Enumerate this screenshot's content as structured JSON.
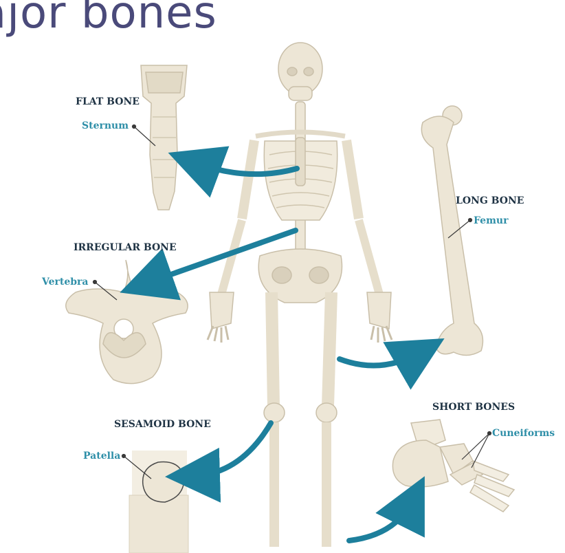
{
  "title": "ajor bones",
  "bone_types": {
    "flat": {
      "heading": "FLAT BONE",
      "example": "Sternum"
    },
    "irregular": {
      "heading": "IRREGULAR BONE",
      "example": "Vertebra"
    },
    "long": {
      "heading": "LONG BONE",
      "example": "Femur"
    },
    "sesamoid": {
      "heading": "SESAMOID BONE",
      "example": "Patella"
    },
    "short": {
      "heading": "SHORT BONES",
      "example": "Cuneiforms"
    }
  },
  "colors": {
    "bone": "#ede6d6",
    "bone_shade": "#d9d0bc",
    "bone_outline": "#c9bfa9",
    "arrow": "#1d7f9c",
    "heading": "#1f3344",
    "label": "#2f8fa8",
    "title": "#4a4a7a"
  }
}
